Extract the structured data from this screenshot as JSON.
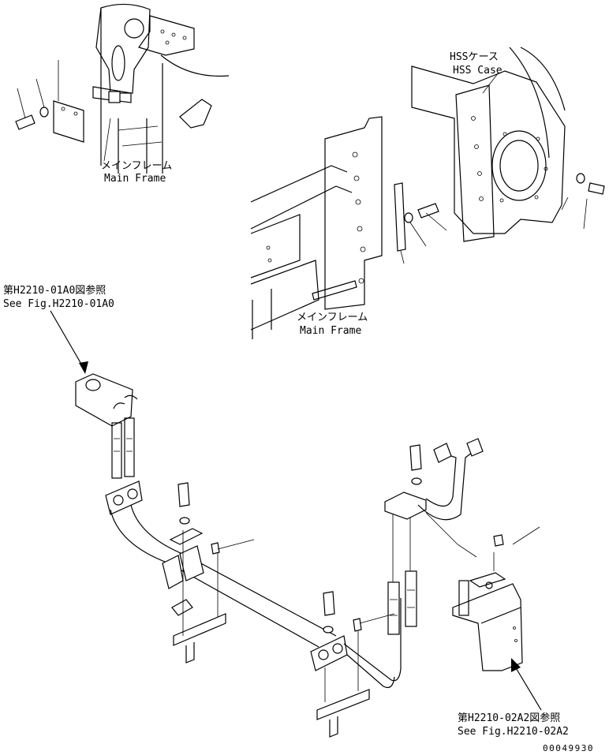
{
  "labels": {
    "main_frame_jp_top": "メインフレーム",
    "main_frame_en_top": "Main Frame",
    "hss_case_jp": "HSSケース",
    "hss_case_en": "HSS Case",
    "ref_01a0_jp": "第H2210-01A0図参照",
    "ref_01a0_en": "See Fig.H2210-01A0",
    "main_frame_jp_mid": "メインフレーム",
    "main_frame_en_mid": "Main Frame",
    "ref_02a2_jp": "第H2210-02A2図参照",
    "ref_02a2_en": "See Fig.H2210-02A2",
    "drawing_number": "00049930"
  }
}
